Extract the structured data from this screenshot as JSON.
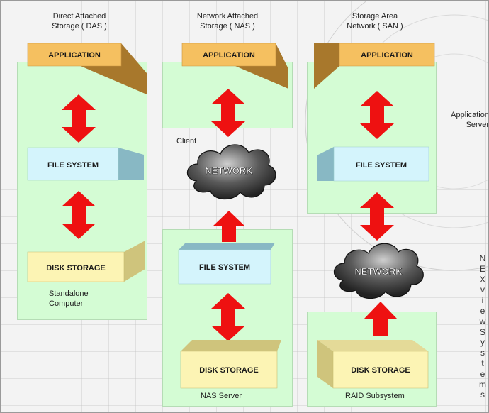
{
  "columns": {
    "das": {
      "title": "Direct Attached\nStorage ( DAS )",
      "application": "APPLICATION",
      "file_system": "FILE SYSTEM",
      "disk_storage": "DISK STORAGE",
      "zone_label": "Standalone\nComputer"
    },
    "nas": {
      "title": "Network Attached\nStorage ( NAS )",
      "application": "APPLICATION",
      "client_label": "Client",
      "network": "NETWORK",
      "file_system": "FILE SYSTEM",
      "disk_storage": "DISK STORAGE",
      "server_label": "NAS Server"
    },
    "san": {
      "title": "Storage Area\nNetwork ( SAN )",
      "application": "APPLICATION",
      "file_system": "FILE SYSTEM",
      "network": "NETWORK",
      "disk_storage": "DISK STORAGE",
      "raid_label": "RAID Subsystem",
      "app_server_label": "Application\nServer"
    }
  },
  "branding": "NEXviewSystems",
  "colors": {
    "zone": "#d4fcd4",
    "application_front": "#f5c060",
    "application_side": "#a8782c",
    "file_system_front": "#d4f4fc",
    "file_system_side": "#88b8c4",
    "disk_front": "#fcf4b4",
    "disk_side": "#cfc47c",
    "arrow": "#ee1111",
    "cloud": "#4a4a4a"
  },
  "icons": [
    "double-arrow-icon",
    "up-arrow-icon",
    "network-cloud-icon"
  ]
}
